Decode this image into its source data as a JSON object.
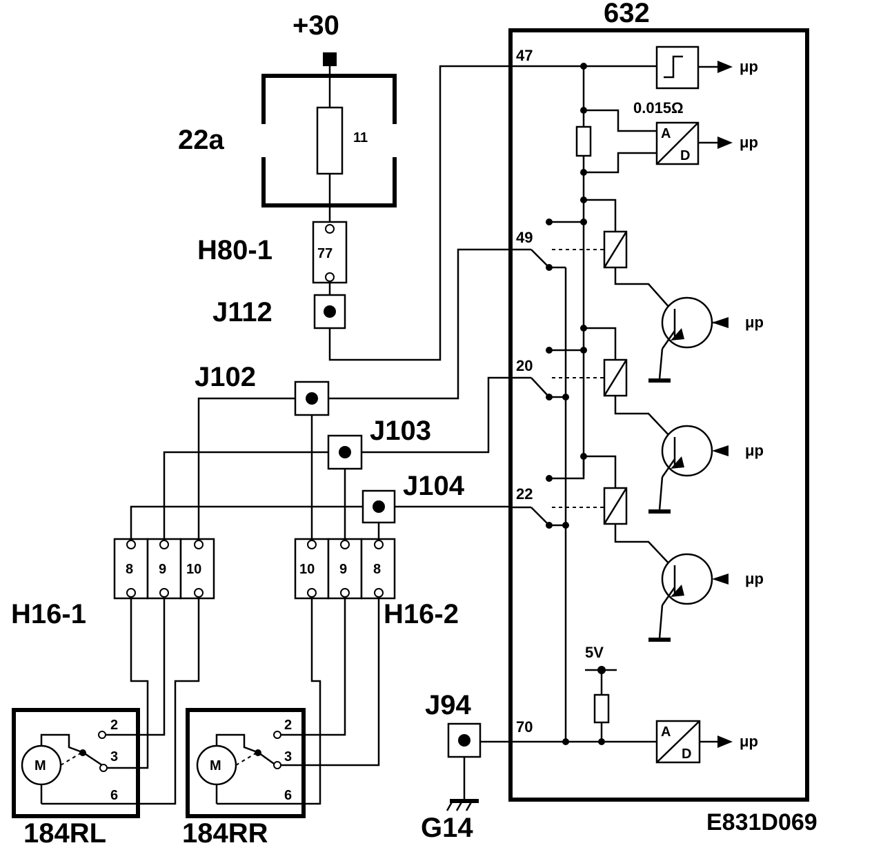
{
  "diagram": {
    "ecu": {
      "id": "632",
      "shunt_value": "0.015Ω",
      "supply_label": "5V",
      "output_label": "μp",
      "pins": [
        "47",
        "49",
        "20",
        "22",
        "70"
      ]
    },
    "supply": {
      "label": "+30"
    },
    "fusebox": {
      "id": "22a",
      "fuse_number": "11"
    },
    "connector_h80": {
      "id": "H80-1",
      "pin": "77"
    },
    "junctions": [
      "J112",
      "J102",
      "J103",
      "J104",
      "J94"
    ],
    "connector_h16_1": {
      "id": "H16-1",
      "pins": [
        "8",
        "9",
        "10"
      ]
    },
    "connector_h16_2": {
      "id": "H16-2",
      "pins": [
        "10",
        "9",
        "8"
      ]
    },
    "motor_rl": {
      "id": "184RL",
      "symbol": "M",
      "terminals": [
        "2",
        "3",
        "6"
      ]
    },
    "motor_rr": {
      "id": "184RR",
      "symbol": "M",
      "terminals": [
        "2",
        "3",
        "6"
      ]
    },
    "ground": {
      "id": "G14"
    },
    "drawing_ref": "E831D069"
  }
}
